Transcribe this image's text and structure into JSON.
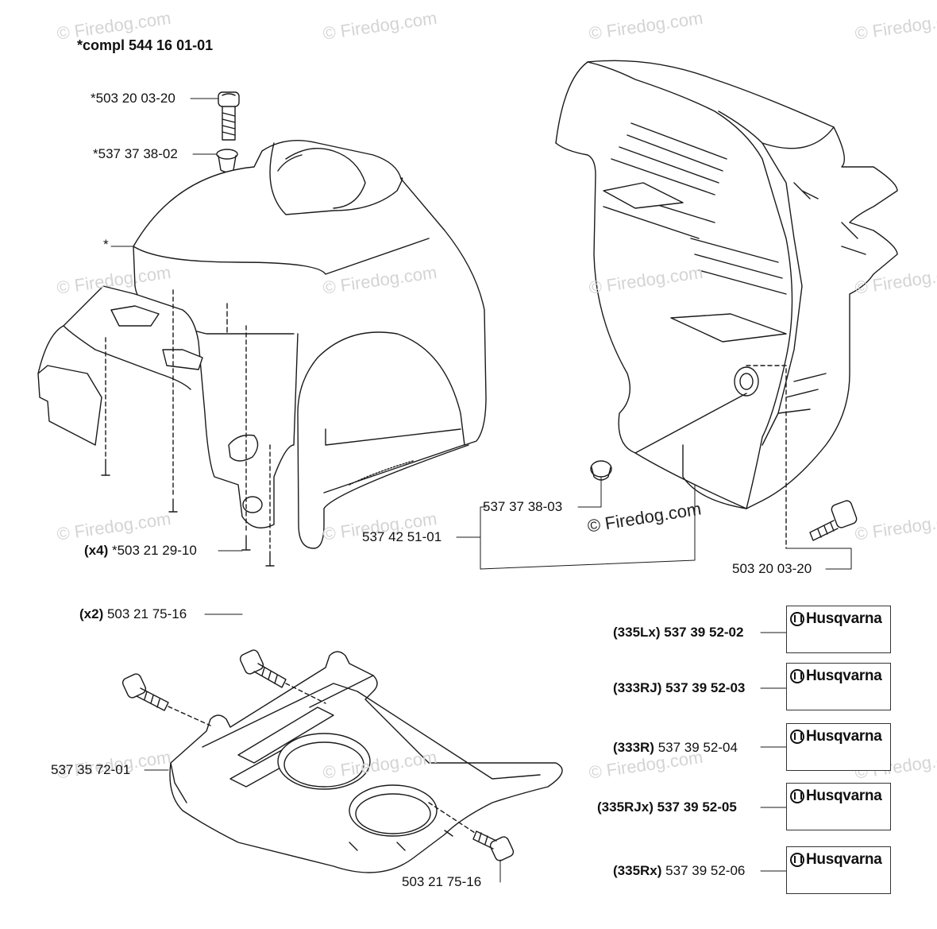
{
  "title": "*compl 544 16 01-01",
  "watermark": "© Firedog.com",
  "watermark_main": "© Firedog.com",
  "callouts": {
    "screw_top": "*503 20 03-20",
    "bushing_top": "*537 37 38-02",
    "cover_star": "*",
    "screws_x4_qty": "(x4)",
    "screws_x4_part": "*503 21 29-10",
    "bushing_right": "537 37 38-03",
    "housing": "537 42 51-01",
    "screw_right": "503 20 03-20",
    "screws_x2_qty": "(x2)",
    "screws_x2_part": "503 21 75-16",
    "plate": "537 35 72-01",
    "screw_bottom": "503 21 75-16"
  },
  "decals": [
    {
      "model": "(335Lx)",
      "part": "537 39 52-02",
      "bold_part": true,
      "brand": "Husqvarna"
    },
    {
      "model": "(333RJ)",
      "part": "537 39 52-03",
      "bold_part": true,
      "brand": "Husqvarna"
    },
    {
      "model": "(333R)",
      "part": "537 39 52-04",
      "bold_part": false,
      "brand": "Husqvarna"
    },
    {
      "model": "(335RJx)",
      "part": "537 39 52-05",
      "bold_part": true,
      "brand": "Husqvarna"
    },
    {
      "model": "(335Rx)",
      "part": "537 39 52-06",
      "bold_part": false,
      "brand": "Husqvarna"
    }
  ]
}
